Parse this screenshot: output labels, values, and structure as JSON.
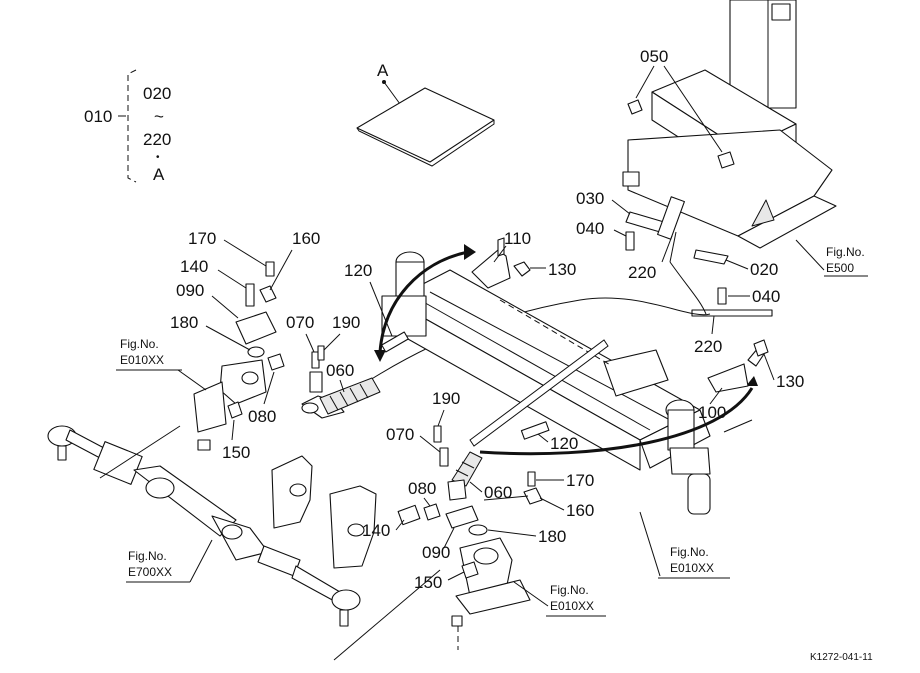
{
  "assembly": {
    "main": "010",
    "start": "020",
    "tilde": "~",
    "end": "220",
    "bullet": "•",
    "extra": "A"
  },
  "doc_marker": "A",
  "labels": {
    "l050": "050",
    "l030": "030",
    "l040a": "040",
    "l040b": "040",
    "l020": "020",
    "l220a": "220",
    "l220b": "220",
    "l110": "110",
    "l120a": "120",
    "l120b": "120",
    "l130a": "130",
    "l130b": "130",
    "l100": "100",
    "l170a": "170",
    "l160a": "160",
    "l140a": "140",
    "l090a": "090",
    "l180a": "180",
    "l070a": "070",
    "l190a": "190",
    "l060a": "060",
    "l080a": "080",
    "l150a": "150",
    "l190b": "190",
    "l070b": "070",
    "l080b": "080",
    "l060b": "060",
    "l170b": "170",
    "l160b": "160",
    "l140b": "140",
    "l180b": "180",
    "l090b": "090",
    "l150b": "150"
  },
  "fig_refs": {
    "e500": {
      "title": "Fig.No.",
      "code": "E500"
    },
    "e010_left": {
      "title": "Fig.No.",
      "code": "E010XX"
    },
    "e700": {
      "title": "Fig.No.",
      "code": "E700XX"
    },
    "e010_bottom": {
      "title": "Fig.No.",
      "code": "E010XX"
    },
    "e010_right": {
      "title": "Fig.No.",
      "code": "E010XX"
    }
  },
  "diagram_code": "K1272-041-11"
}
